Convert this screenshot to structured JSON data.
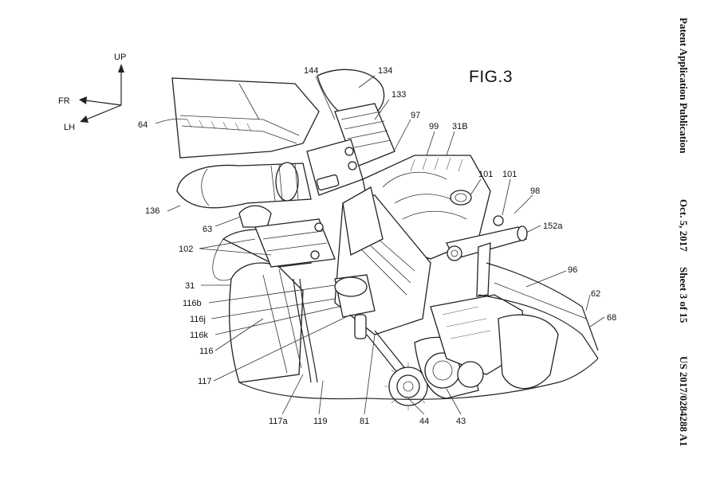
{
  "figure": {
    "title": "FIG.3"
  },
  "header": {
    "publication_type": "Patent Application Publication",
    "date": "Oct. 5, 2017",
    "sheet": "Sheet 3 of 15",
    "number": "US 2017/0284288 A1"
  },
  "axes": {
    "up": "UP",
    "front": "FR",
    "left_hand": "LH"
  },
  "labels": {
    "l144": "144",
    "l134": "134",
    "l133": "133",
    "l97": "97",
    "l99": "99",
    "l31B": "31B",
    "l64": "64",
    "l101a": "101",
    "l101b": "101",
    "l98": "98",
    "l136": "136",
    "l152a": "152a",
    "l63": "63",
    "l102": "102",
    "l96": "96",
    "l62": "62",
    "l31": "31",
    "l116b": "116b",
    "l116j": "116j",
    "l116k": "116k",
    "l68": "68",
    "l116": "116",
    "l117": "117",
    "l117a": "117a",
    "l119": "119",
    "l81": "81",
    "l44": "44",
    "l43": "43"
  }
}
